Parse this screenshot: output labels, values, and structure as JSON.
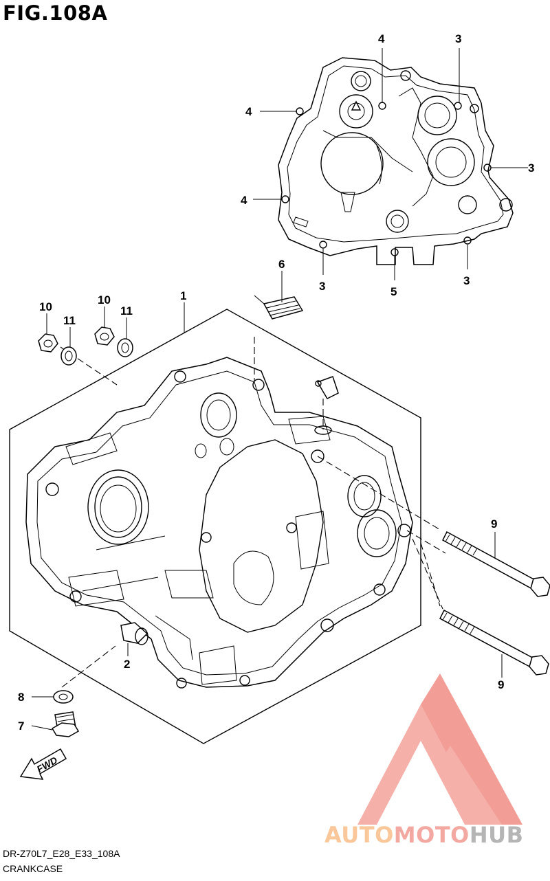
{
  "figure": {
    "title": "FIG.108A",
    "code": "DR-Z70L7_E28_E33_108A",
    "caption": "CRANKCASE"
  },
  "callouts": [
    {
      "id": "4",
      "label": "4"
    },
    {
      "id": "3",
      "label": "3"
    },
    {
      "id": "1",
      "label": "1"
    },
    {
      "id": "2",
      "label": "2"
    },
    {
      "id": "5",
      "label": "5"
    },
    {
      "id": "6",
      "label": "6"
    },
    {
      "id": "7",
      "label": "7"
    },
    {
      "id": "8",
      "label": "8"
    },
    {
      "id": "9",
      "label": "9"
    },
    {
      "id": "10",
      "label": "10"
    },
    {
      "id": "11",
      "label": "11"
    }
  ],
  "direction_arrow": "FWD",
  "watermark": {
    "part1": "AUTO",
    "part2": "MOTO",
    "part3": "HUB",
    "colors": {
      "auto": "#f9c79a",
      "moto": "#f3a9a1",
      "hub": "#b5b5b5",
      "logo": "#f08c84"
    }
  }
}
